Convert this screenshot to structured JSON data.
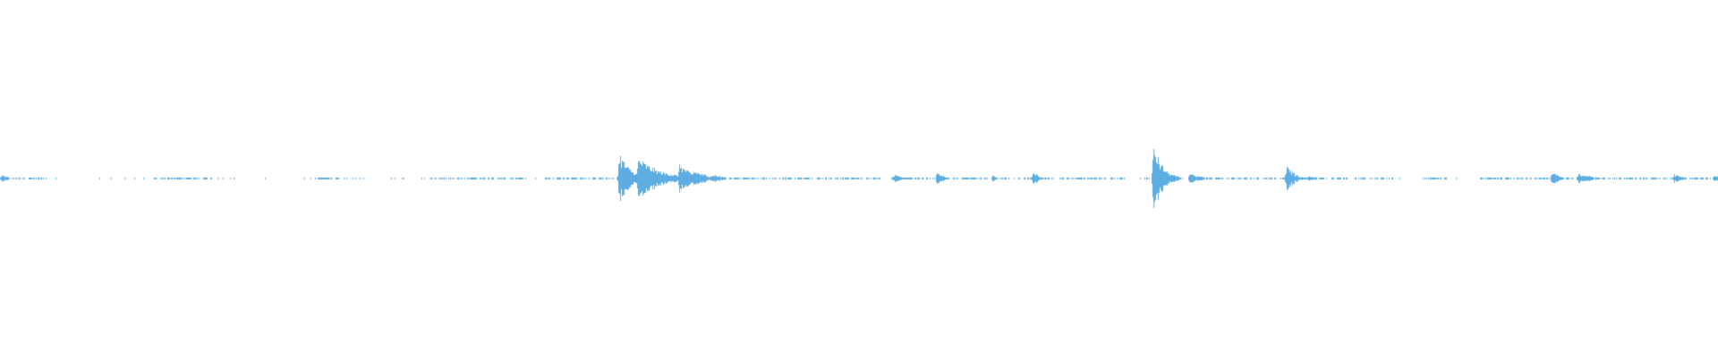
{
  "waveform": {
    "color": "#5dade2",
    "background": "#ffffff",
    "baseline_amplitude": 0.005,
    "bursts": [
      {
        "t": 0.001,
        "amp": 0.02,
        "decay": 0.004
      },
      {
        "t": 0.3605,
        "amp": 0.155,
        "decay": 0.006
      },
      {
        "t": 0.3715,
        "amp": 0.125,
        "decay": 0.012
      },
      {
        "t": 0.3955,
        "amp": 0.095,
        "decay": 0.006
      },
      {
        "t": 0.4035,
        "amp": 0.05,
        "decay": 0.008
      },
      {
        "t": 0.415,
        "amp": 0.025,
        "decay": 0.006
      },
      {
        "t": 0.5205,
        "amp": 0.025,
        "decay": 0.004
      },
      {
        "t": 0.5455,
        "amp": 0.045,
        "decay": 0.003
      },
      {
        "t": 0.578,
        "amp": 0.018,
        "decay": 0.002
      },
      {
        "t": 0.6015,
        "amp": 0.04,
        "decay": 0.003
      },
      {
        "t": 0.6715,
        "amp": 0.2,
        "decay": 0.005
      },
      {
        "t": 0.6925,
        "amp": 0.03,
        "decay": 0.006
      },
      {
        "t": 0.749,
        "amp": 0.08,
        "decay": 0.004
      },
      {
        "t": 0.762,
        "amp": 0.015,
        "decay": 0.008
      },
      {
        "t": 0.9035,
        "amp": 0.05,
        "decay": 0.003
      },
      {
        "t": 0.9185,
        "amp": 0.03,
        "decay": 0.008
      },
      {
        "t": 0.9745,
        "amp": 0.03,
        "decay": 0.004
      },
      {
        "t": 0.998,
        "amp": 0.02,
        "decay": 0.004
      }
    ],
    "silent_gaps": [
      [
        0.027,
        0.088
      ],
      [
        0.127,
        0.18
      ],
      [
        0.193,
        0.25
      ],
      [
        0.306,
        0.315
      ],
      [
        0.512,
        0.519
      ],
      [
        0.655,
        0.662
      ],
      [
        0.805,
        0.826
      ],
      [
        0.842,
        0.858
      ]
    ]
  }
}
